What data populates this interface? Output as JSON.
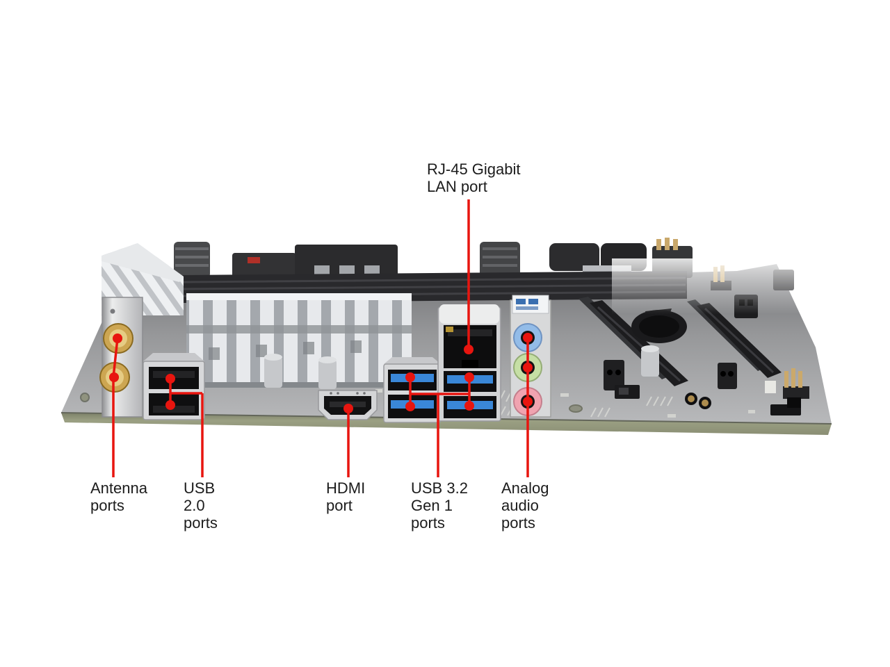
{
  "figure": {
    "type": "annotated motherboard rear-port photo",
    "background": "#ffffff"
  },
  "colors": {
    "callout": "#e8150f",
    "label_text": "#1c1c1c",
    "usb3_blue": "#3a87d8",
    "audio_line_in_blue": "#93bce8",
    "audio_line_out_green": "#c6dfa5",
    "audio_mic_pink": "#f0a3b0",
    "antenna_gold": "#cda652",
    "pcb_gray": "#a2a3a5",
    "pcb_edge_green": "#9aa083",
    "metal_housing": "#d6d7d9",
    "port_black": "#0e0e10"
  },
  "callouts": [
    {
      "id": "lan",
      "lines": [
        "RJ-45 Gigabit",
        "LAN port"
      ]
    },
    {
      "id": "antenna",
      "lines": [
        "Antenna",
        "ports"
      ]
    },
    {
      "id": "usb2",
      "lines": [
        "USB",
        "2.0",
        "ports"
      ]
    },
    {
      "id": "hdmi",
      "lines": [
        "HDMI",
        "port"
      ]
    },
    {
      "id": "usb32",
      "lines": [
        "USB 3.2",
        "Gen 1",
        "ports"
      ]
    },
    {
      "id": "audio",
      "lines": [
        "Analog",
        "audio",
        "ports"
      ]
    }
  ]
}
